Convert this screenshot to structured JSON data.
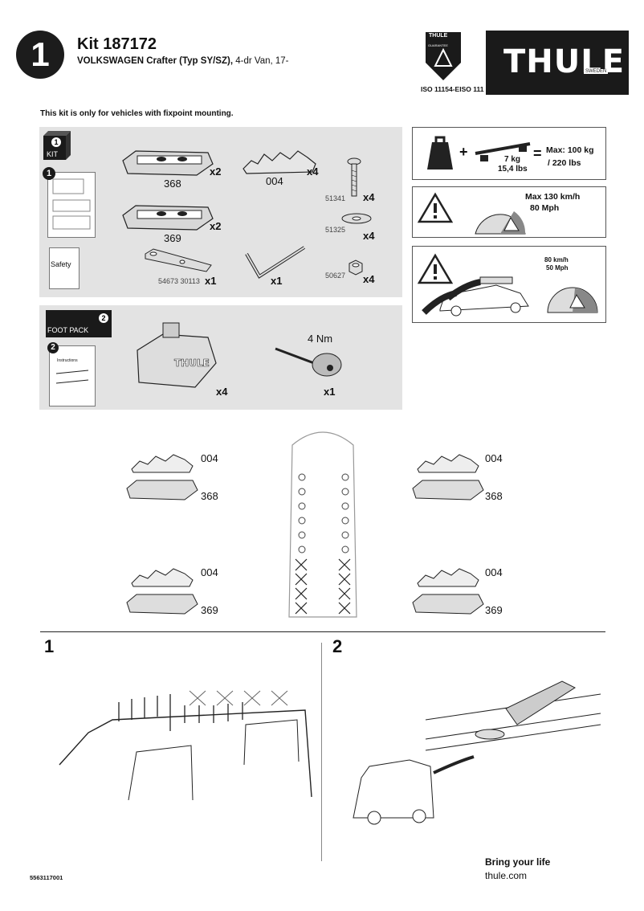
{
  "header": {
    "step_number": "1",
    "kit_title": "Kit 187172",
    "vehicle_bold": "VOLKSWAGEN Crafter (Typ SY/SZ),",
    "vehicle_rest": " 4-dr Van, 17-",
    "iso_text": "ISO 11154-EISO 111",
    "brand": "THULE",
    "brand_sub": "SWEDEN",
    "guarantee_badge": "THULE",
    "guarantee_sub": "GUARANTEE"
  },
  "notice": "This kit is only for vehicles with fixpoint mounting.",
  "kit_panel": {
    "tag_num": "1",
    "tag_label": "KIT",
    "manual_num": "1",
    "safety_label": "Safety",
    "parts": [
      {
        "code": "368",
        "qty": "x2"
      },
      {
        "code": "004",
        "qty": "x4"
      },
      {
        "code": "51341",
        "qty": "x4"
      },
      {
        "code": "369",
        "qty": "x2"
      },
      {
        "code": "51325",
        "qty": "x4"
      },
      {
        "code": "54673 30113",
        "qty": "x1"
      },
      {
        "code": "",
        "qty": "x1"
      },
      {
        "code": "50627",
        "qty": "x4"
      }
    ]
  },
  "foot_panel": {
    "tag_num": "2",
    "tag_label": "FOOT PACK",
    "manual_num": "2",
    "manual_text": "Instructions",
    "foot_qty": "x4",
    "torque": "4 Nm",
    "tool_qty": "x1"
  },
  "load_box": {
    "weight": "7 kg",
    "weight_lbs": "15,4 lbs",
    "max_label": "Max: 100 kg",
    "max_lbs": "/ 220 lbs"
  },
  "speed_box": {
    "max_kmh": "Max  130 km/h",
    "max_mph": "80 Mph"
  },
  "crosswind_box": {
    "kmh": "80 km/h",
    "mph": "50 Mph"
  },
  "position_labels": {
    "a_top": "004",
    "a_bottom": "368",
    "b_top": "004",
    "b_bottom": "369"
  },
  "steps": {
    "one": "1",
    "two": "2"
  },
  "footer": {
    "doc_number": "5563117001",
    "tagline": "Bring your life",
    "website": "thule.com"
  },
  "colors": {
    "panel": "#e3e3e3",
    "dark": "#1c1c1c"
  }
}
